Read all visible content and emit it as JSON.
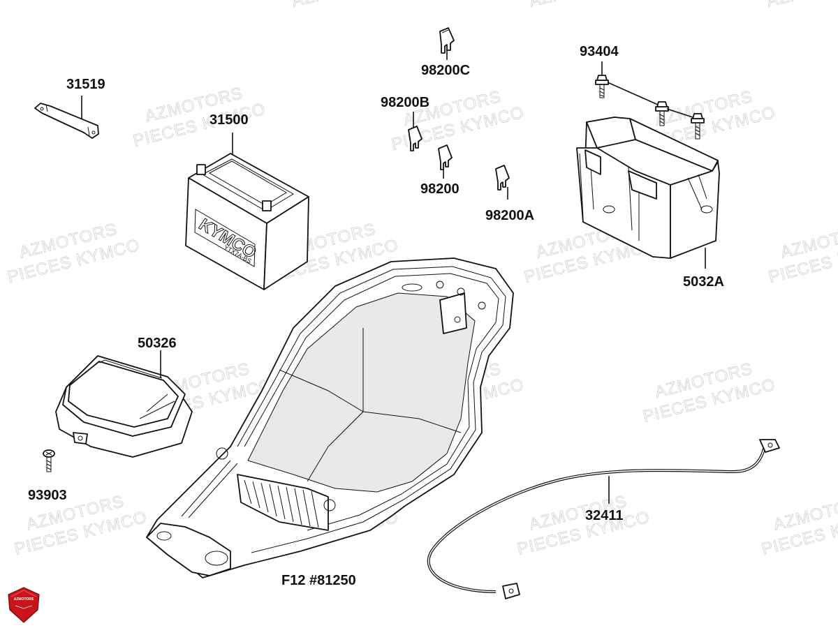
{
  "watermark": {
    "line1": "AZMOTORS",
    "line2": "PIECES KYMCO"
  },
  "logo": {
    "text": "AZMOTORS",
    "color": "#c8141b"
  },
  "labels": {
    "p31519": "31519",
    "p31500": "31500",
    "p98200C": "98200C",
    "p98200B": "98200B",
    "p98200": "98200",
    "p98200A": "98200A",
    "p93404": "93404",
    "p5032A": "5032A",
    "p50326": "50326",
    "p93903": "93903",
    "p32411": "32411",
    "p81250": "F12 #81250"
  },
  "battery_markings": {
    "brand": "KYMCO",
    "model": "YTX7A-BS"
  }
}
